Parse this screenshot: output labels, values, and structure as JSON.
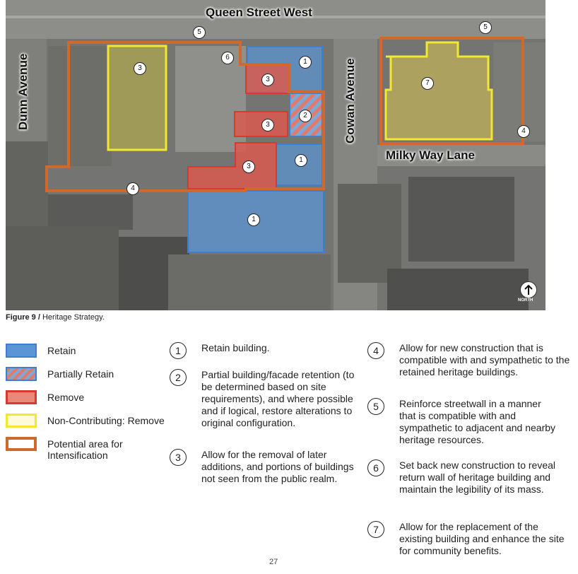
{
  "map": {
    "streets": {
      "queen_street_west": "Queen Street West",
      "dunn_avenue": "Dunn Avenue",
      "cowan_avenue": "Cowan Avenue",
      "milky_way_lane": "Milky Way Lane"
    },
    "markers": [
      "5",
      "5",
      "6",
      "1",
      "3",
      "3",
      "2",
      "3",
      "1",
      "1",
      "4",
      "4",
      "3",
      "7"
    ],
    "north_label": "NORTH",
    "colors": {
      "retain": "#5b95d6",
      "partially_retain_stripe": "#e07a6b",
      "remove": "#d9392e",
      "non_contributing": "#f2e830",
      "intensification": "#cf6a2c"
    }
  },
  "caption": {
    "label": "Figure 9 /",
    "text": "Heritage Strategy."
  },
  "legend": [
    {
      "label": "Retain"
    },
    {
      "label": "Partially Retain"
    },
    {
      "label": "Remove"
    },
    {
      "label": "Non-Contributing: Remove"
    },
    {
      "label": "Potential area for Intensification"
    }
  ],
  "notes": [
    {
      "num": "1",
      "text": "Retain building."
    },
    {
      "num": "2",
      "text": "Partial building/facade retention (to be determined based on site requirements), and where possible and if logical, restore alterations to original configuration."
    },
    {
      "num": "3",
      "text": "Allow for the removal of later additions, and portions of buildings not seen from the public realm."
    },
    {
      "num": "4",
      "text": "Allow for new construction that is compatible with and sympathetic to the retained heritage buildings."
    },
    {
      "num": "5",
      "text": "Reinforce streetwall in a manner that is compatible with and sympathetic to adjacent and nearby heritage resources."
    },
    {
      "num": "6",
      "text": "Set back new construction to reveal return wall of heritage building and maintain the legibility of its mass."
    },
    {
      "num": "7",
      "text": "Allow for the replacement of the existing building and enhance the site for community benefits."
    }
  ],
  "page_number": "27"
}
